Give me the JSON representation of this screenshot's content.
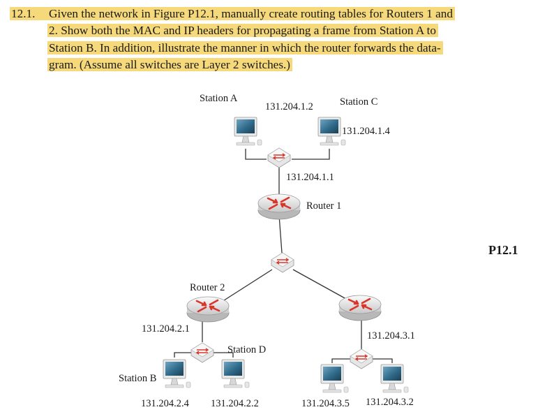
{
  "problem": {
    "number": "12.1.",
    "lines": [
      "Given the network in Figure P12.1, manually create routing tables for Routers 1 and",
      "2. Show both the MAC and IP headers for propagating a frame from Station A to",
      "Station B. In addition, illustrate the manner in which the router forwards the data-",
      "gram. (Assume all switches are Layer 2 switches.)"
    ],
    "highlight_color": "#f6d97a"
  },
  "figure": {
    "label": "P12.1",
    "labels": {
      "station_a": "Station A",
      "station_a_ip": "131.204.1.2",
      "station_c": "Station C",
      "station_c_ip": "131.204.1.4",
      "switch1_ip": "131.204.1.1",
      "router1": "Router 1",
      "router2": "Router 2",
      "router2_ip": "131.204.2.1",
      "station_d": "Station D",
      "station_b": "Station B",
      "station_b_ip": "131.204.2.4",
      "station_d_ip": "131.204.2.2",
      "router3_ip": "131.204.3.1",
      "station_e_ip": "131.204.3.5",
      "station_f_ip": "131.204.3.2"
    },
    "colors": {
      "router_arrow": "#d9362b",
      "switch_arrow": "#d9362b",
      "screen": "#2f6a8a"
    }
  }
}
